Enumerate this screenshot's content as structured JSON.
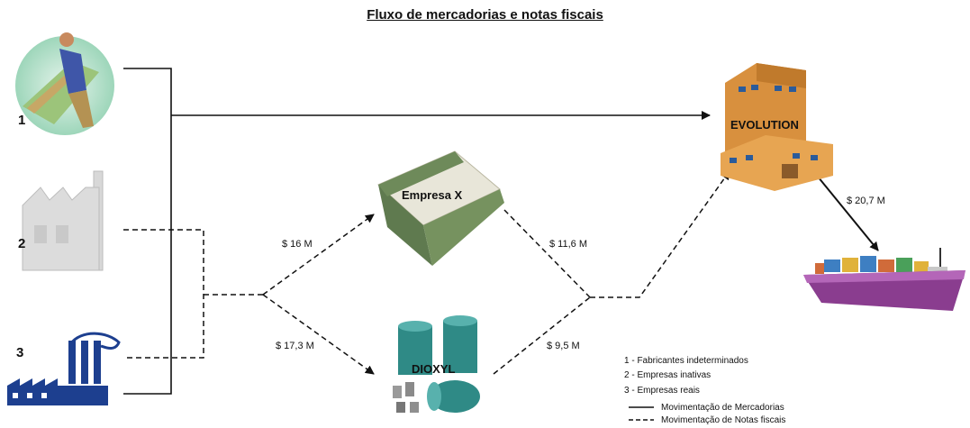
{
  "title": "Fluxo de mercadorias e notas fiscais",
  "nodes": {
    "source_1": {
      "label": "1",
      "icon": "worker-icon"
    },
    "source_2": {
      "label": "2",
      "icon": "inactive-factory-icon"
    },
    "source_3": {
      "label": "3",
      "icon": "active-factory-icon"
    },
    "company_x": {
      "label": "Empresa X",
      "icon": "box-icon"
    },
    "dioxyl": {
      "label": "DIOXYL",
      "icon": "barrels-icon"
    },
    "evolution": {
      "label": "EVOLUTION",
      "icon": "building-icon"
    },
    "ship": {
      "icon": "cargo-ship-icon"
    }
  },
  "amounts": {
    "to_company_x": "$ 16 M",
    "to_dioxyl": "$ 17,3 M",
    "company_x_out": "$ 11,6 M",
    "dioxyl_out": "$ 9,5 M",
    "evolution_to_ship": "$ 20,7 M"
  },
  "legend": {
    "item1": "1 - Fabricantes indeterminados",
    "item2": "2 - Empresas inativas",
    "item3": "3 - Empresas reais",
    "solid": "Movimentação de Mercadorias",
    "dashed": "Movimentação de Notas fiscais"
  },
  "colors": {
    "line": "#111111",
    "box_green": "#5f7a4f",
    "barrel_teal": "#2f8a86",
    "building_orange": "#d8903e",
    "ship_hull": "#8a3d8f",
    "factory_blue": "#1d3f8f"
  }
}
